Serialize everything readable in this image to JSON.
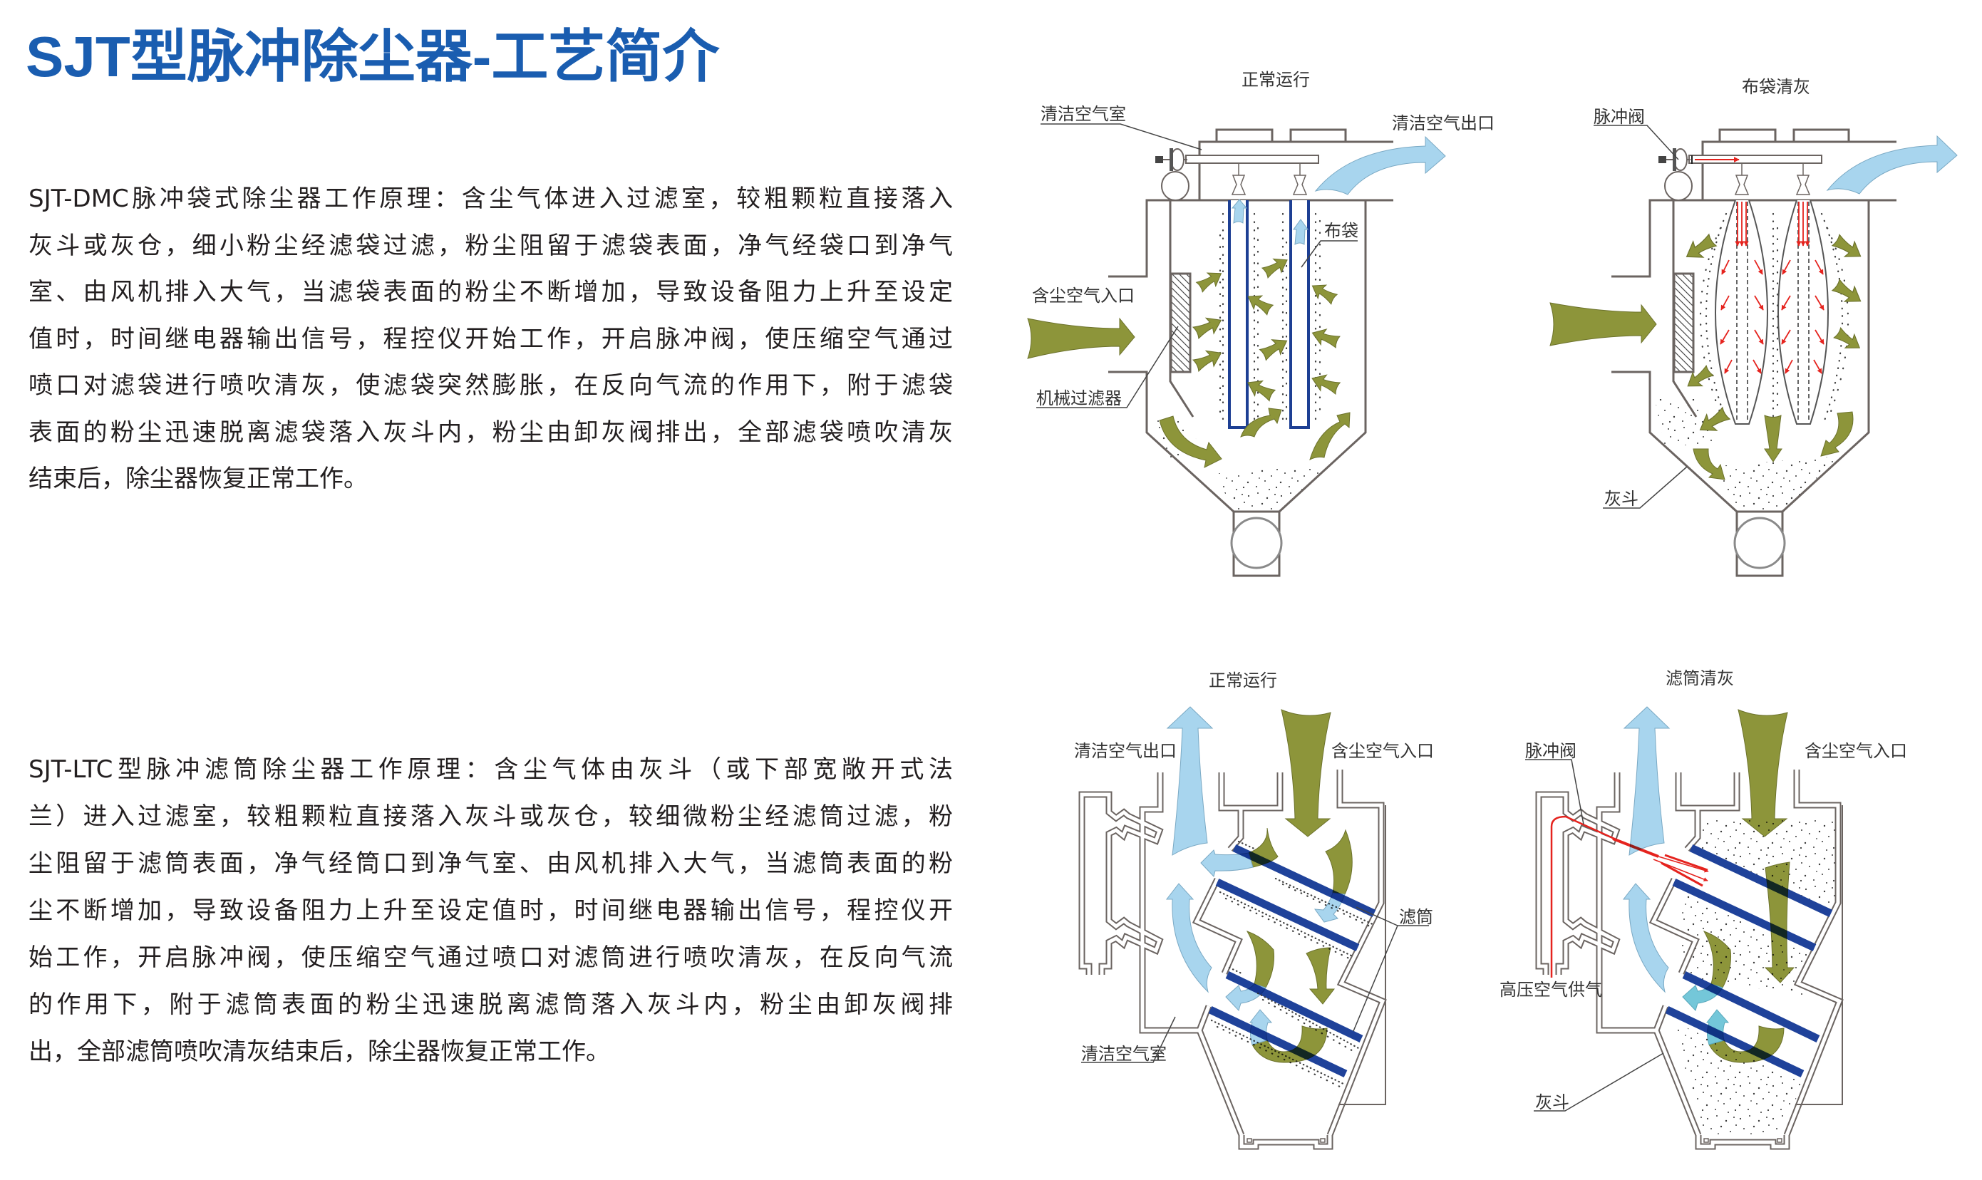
{
  "page": {
    "title": "SJT型脉冲除尘器-工艺简介"
  },
  "sections": [
    {
      "description_lines": [
        "SJT-DMC脉冲袋式除尘器工作原理：含尘气体进入过滤室，较粗颗粒直接落入",
        "灰斗或灰仓，细小粉尘经滤袋过滤，粉尘阻留于滤袋表面，净气经袋口到净气",
        "室、由风机排入大气，当滤袋表面的粉尘不断增加，导致设备阻力上升至设定",
        "值时，时间继电器输出信号，程控仪开始工作，开启脉冲阀，使压缩空气通过",
        "喷口对滤袋进行喷吹清灰，使滤袋突然膨胀，在反向气流的作用下，附于滤袋",
        "表面的粉尘迅速脱离滤袋落入灰斗内，粉尘由卸灰阀排出，全部滤袋喷吹清灰",
        "结束后，除尘器恢复正常工作。"
      ],
      "diagrams": [
        {
          "title": "正常运行",
          "labels": {
            "clean_air_chamber": "清洁空气室",
            "clean_air_outlet": "清洁空气出口",
            "filter_bag": "布袋",
            "dusty_air_inlet": "含尘空气入口",
            "mechanical_filter": "机械过滤器"
          }
        },
        {
          "title": "布袋清灰",
          "labels": {
            "pulse_valve": "脉冲阀",
            "ash_hopper": "灰斗"
          }
        }
      ]
    },
    {
      "description_lines": [
        "SJT-LTC型脉冲滤筒除尘器工作原理：含尘气体由灰斗（或下部宽敞开式法",
        "兰）进入过滤室，较粗颗粒直接落入灰斗或灰仓，较细微粉尘经滤筒过滤，粉",
        "尘阻留于滤筒表面，净气经筒口到净气室、由风机排入大气，当滤筒表面的粉",
        "尘不断增加，导致设备阻力上升至设定值时，时间继电器输出信号，程控仪开",
        "始工作，开启脉冲阀，使压缩空气通过喷口对滤筒进行喷吹清灰，在反向气流",
        "的作用下，附于滤筒表面的粉尘迅速脱离滤筒落入灰斗内，粉尘由卸灰阀排",
        "出，全部滤筒喷吹清灰结束后，除尘器恢复正常工作。"
      ],
      "diagrams": [
        {
          "title": "正常运行",
          "labels": {
            "clean_air_outlet": "清洁空气出口",
            "dusty_air_inlet": "含尘空气入口",
            "filter_cartridge": "滤筒",
            "clean_air_chamber": "清洁空气室"
          }
        },
        {
          "title": "滤筒清灰",
          "labels": {
            "pulse_valve": "脉冲阀",
            "dusty_air_inlet": "含尘空气入口",
            "high_pressure_air_supply": "高压空气供气",
            "ash_hopper": "灰斗"
          }
        }
      ]
    }
  ],
  "colors": {
    "title_blue": "#1a5db0",
    "dust_laden_air": "#8d953a",
    "clean_air": "#a8d5ee",
    "filter_element": "#1f429a",
    "pulse_jet": "#e5231e"
  }
}
